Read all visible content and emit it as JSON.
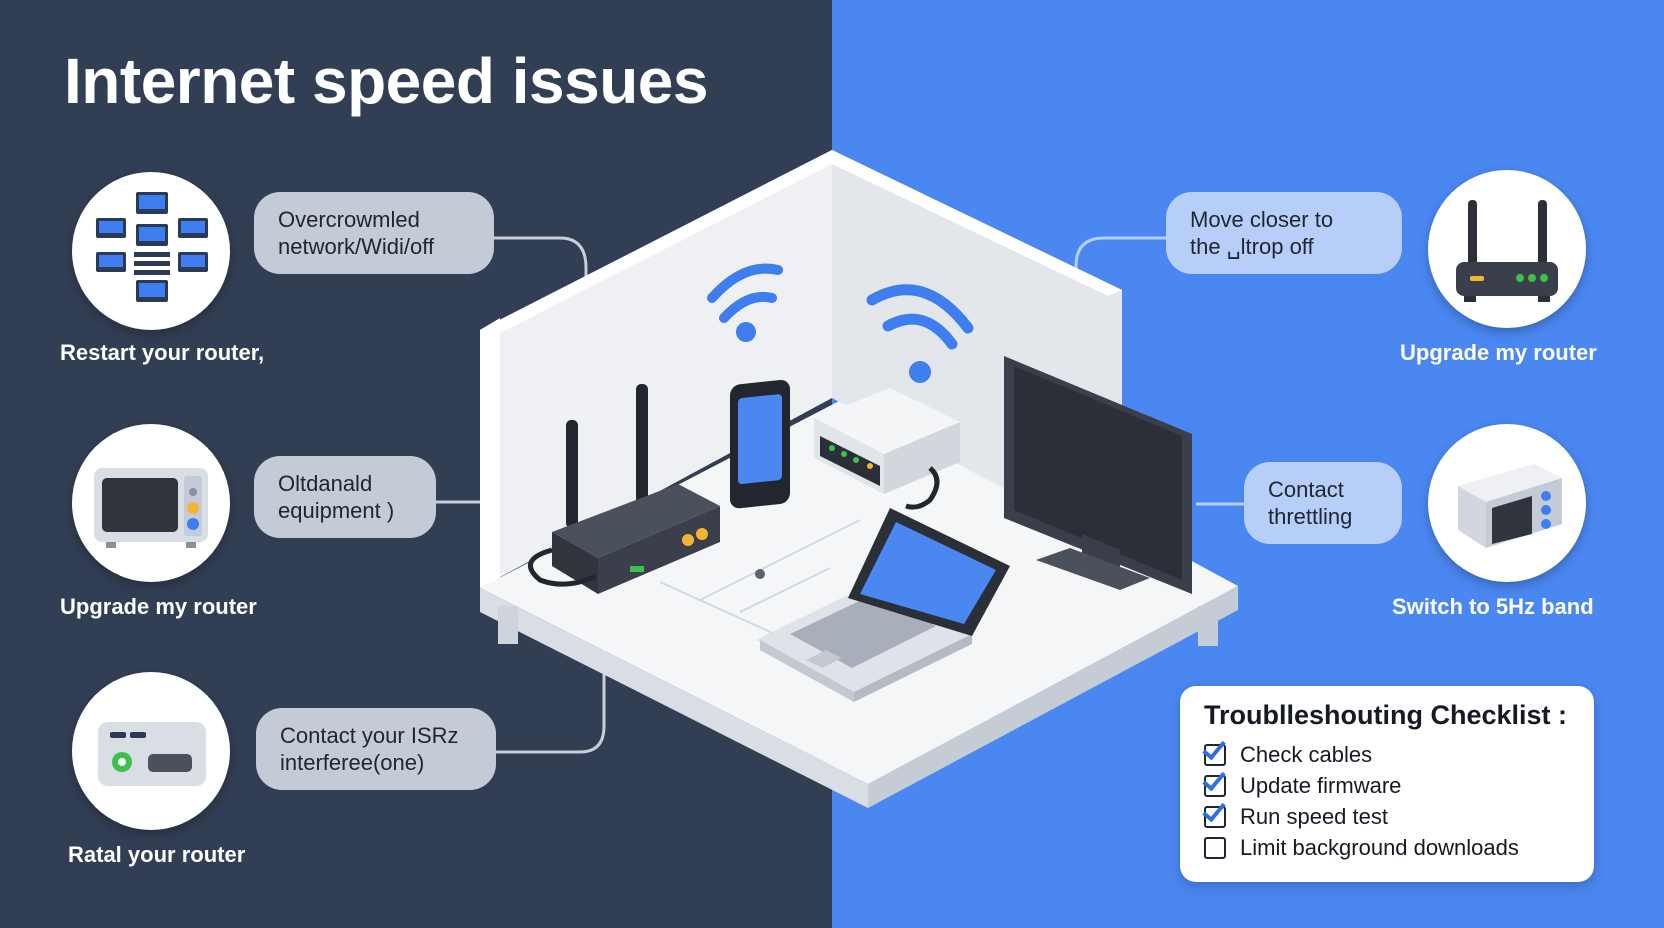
{
  "title": "Internet speed issues",
  "left_items": [
    {
      "icon": "network-devices-icon",
      "caption": "Restart your router,",
      "bubble": [
        "Overcrowmled",
        "network/Widi/off"
      ]
    },
    {
      "icon": "microwave-icon",
      "caption": "Upgrade my router",
      "bubble": [
        "Oltdanald",
        "equipment )"
      ]
    },
    {
      "icon": "modem-icon",
      "caption": "Ratal your router",
      "bubble": [
        "Contact your ISRz",
        "interferee(one)"
      ]
    }
  ],
  "right_items": [
    {
      "icon": "router-icon",
      "caption": "Upgrade my router",
      "bubble": [
        "Move closer to",
        "the  ␣ltrop off"
      ]
    },
    {
      "icon": "microwave-icon",
      "caption": "Switch to 5Hz band",
      "bubble": [
        "Contact",
        "threttling"
      ]
    }
  ],
  "checklist": {
    "title": "Troublleshouting Checklist :",
    "items": [
      {
        "label": "Check cables",
        "checked": true
      },
      {
        "label": "Update firmware",
        "checked": true
      },
      {
        "label": "Run speed test",
        "checked": true
      },
      {
        "label": "Limit background downloads",
        "checked": false
      }
    ]
  },
  "colors": {
    "left_bg": "#323e53",
    "right_bg": "#4a87f0",
    "accent_blue": "#3f7ef0",
    "device_dark": "#3a3f4b"
  }
}
